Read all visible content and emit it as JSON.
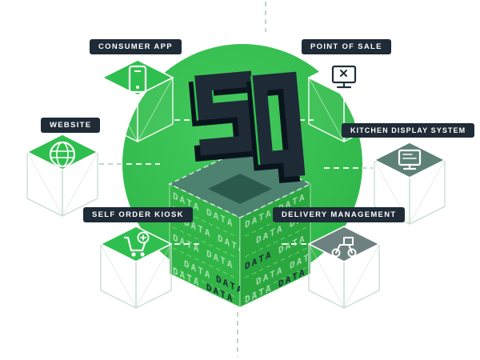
{
  "nodes": [
    {
      "id": "consumer-app",
      "label": "CONSUMER APP",
      "icon": "mobile-phone-icon"
    },
    {
      "id": "point-of-sale",
      "label": "POINT OF SALE",
      "icon": "pos-terminal-icon"
    },
    {
      "id": "website",
      "label": "WEBSITE",
      "icon": "globe-icon"
    },
    {
      "id": "kitchen-display-system",
      "label": "KITCHEN DISPLAY SYSTEM",
      "icon": "kitchen-display-icon"
    },
    {
      "id": "self-order-kiosk",
      "label": "SELF ORDER KIOSK",
      "icon": "shopping-cart-icon"
    },
    {
      "id": "delivery-management",
      "label": "DELIVERY MANAGEMENT",
      "icon": "delivery-scooter-icon"
    }
  ],
  "center": {
    "data_word": "DATA",
    "logo_icon": "brand-block-logo"
  },
  "colors": {
    "accent_green": "#2fbf4e",
    "navy": "#1f2b37",
    "cube_teal": "#4d8170",
    "cube_teal_dark": "#2b5a4c",
    "cube_gray": "#6d8180",
    "background": "#ffffff"
  }
}
